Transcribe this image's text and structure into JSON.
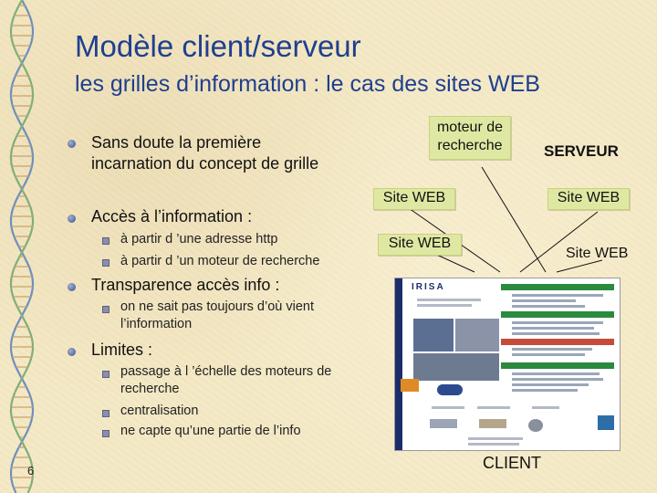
{
  "slide": {
    "title": "Modèle client/serveur",
    "subtitle": "les grilles d’information : le cas des sites WEB",
    "page_number": "6"
  },
  "bullets": [
    {
      "text_lines": [
        "Sans doute la première",
        "incarnation du concept de grille"
      ]
    },
    {
      "text_lines": [
        "Accès à l’information :"
      ],
      "subs": [
        [
          "à partir d ’une adresse http"
        ],
        [
          "à partir d ’un moteur de recherche"
        ]
      ]
    },
    {
      "text_lines": [
        "Transparence accès info :"
      ],
      "subs": [
        [
          "on ne sait pas toujours d’où vient",
          "l’information"
        ]
      ]
    },
    {
      "text_lines": [
        "Limites :"
      ],
      "subs": [
        [
          "passage à l ’échelle des moteurs de",
          "recherche"
        ],
        [
          "centralisation"
        ],
        [
          "ne capte qu’une partie de l’info"
        ]
      ]
    }
  ],
  "diagram": {
    "moteur_lines": [
      "moteur de",
      "recherche"
    ],
    "serveur": "SERVEUR",
    "site_web": [
      "Site WEB",
      "Site WEB",
      "Site WEB",
      "Site WEB"
    ],
    "client": "CLIENT"
  },
  "screenshot": {
    "logo": "IRISA"
  },
  "colors": {
    "title": "#1f3f8f",
    "box": "#dfe8a2",
    "background": "#f4e9c6"
  }
}
